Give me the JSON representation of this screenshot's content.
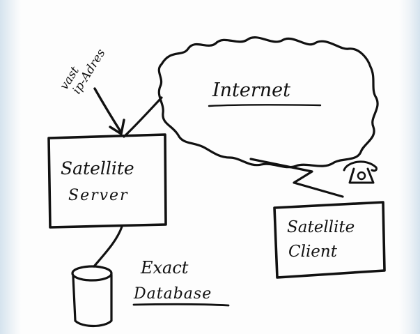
{
  "nodes": {
    "internet": {
      "label": "Internet"
    },
    "server": {
      "line1": "Satellite",
      "line2": "Server"
    },
    "client": {
      "line1": "Satellite",
      "line2": "Client"
    },
    "database": {
      "line1": "Exact",
      "line2": "Database"
    }
  },
  "annotation": {
    "line1": "vast",
    "line2": "ip-Adres"
  },
  "icons": {
    "telephone": "telephone-icon",
    "database": "database-cylinder-icon"
  },
  "colors": {
    "ink": "#111111",
    "paper": "#fdfdfd",
    "frame": "#d5e3ee"
  }
}
